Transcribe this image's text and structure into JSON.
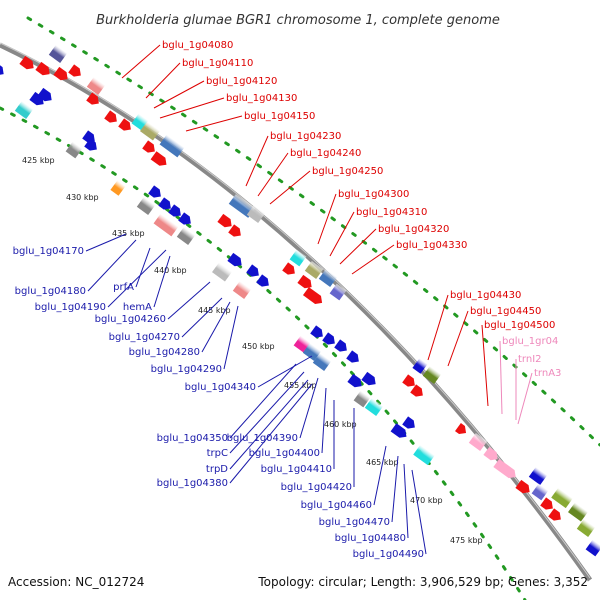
{
  "title": "Burkholderia glumae BGR1 chromosome 1, complete genome",
  "accession": "Accession: NC_012724",
  "topology": "Topology: circular; Length: 3,906,529 bp; Genes: 3,352",
  "colors": {
    "backbone": "#888888",
    "guide": "#229922",
    "label_top": "#dd0000",
    "label_bottom": "#1a1aaa",
    "label_rna": "#ee88bb"
  },
  "ticks": [
    "425 kbp",
    "430 kbp",
    "435 kbp",
    "440 kbp",
    "445 kbp",
    "450 kbp",
    "455 kbp",
    "460 kbp",
    "465 kbp",
    "470 kbp",
    "475 kbp"
  ],
  "labels_top": [
    "bglu_1g04080",
    "bglu_1g04110",
    "bglu_1g04120",
    "bglu_1g04130",
    "bglu_1g04150",
    "bglu_1g04230",
    "bglu_1g04240",
    "bglu_1g04250",
    "bglu_1g04300",
    "bglu_1g04310",
    "bglu_1g04320",
    "bglu_1g04330",
    "bglu_1g04430",
    "bglu_1g04450",
    "bglu_1g04500"
  ],
  "labels_rna": [
    "bglu_1gr04",
    "trnI2",
    "trnA3"
  ],
  "labels_bottom": [
    "bglu_1g04170",
    "bglu_1g04180",
    "prfA",
    "bglu_1g04190",
    "hemA",
    "bglu_1g04260",
    "bglu_1g04270",
    "bglu_1g04280",
    "bglu_1g04290",
    "bglu_1g04340",
    "bglu_1g04350",
    "bglu_1g04390",
    "trpC",
    "bglu_1g04400",
    "trpD",
    "bglu_1g04410",
    "bglu_1g04380",
    "bglu_1g04420",
    "bglu_1g04460",
    "bglu_1g04470",
    "bglu_1g04480",
    "bglu_1g04490"
  ]
}
